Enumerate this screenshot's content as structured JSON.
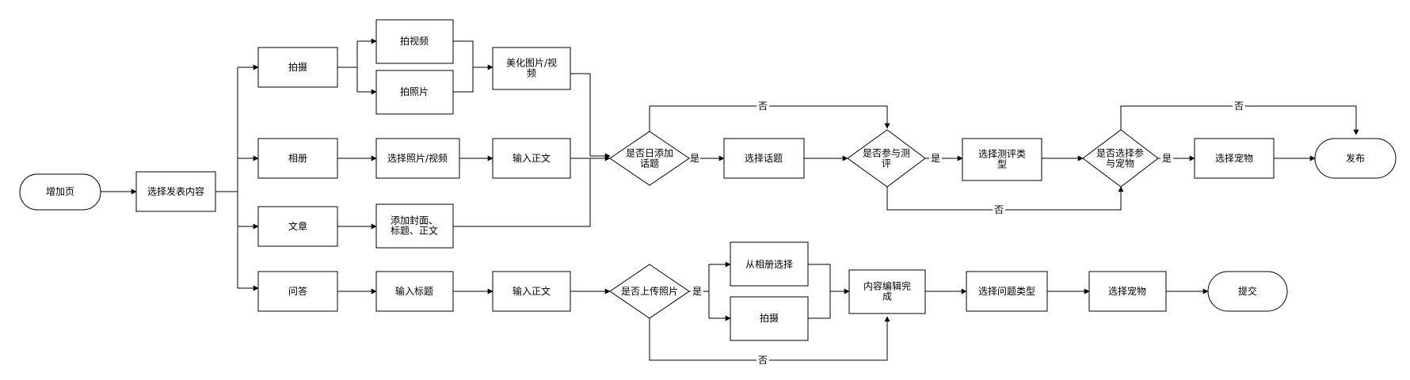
{
  "colors": {
    "stroke": "#000000",
    "fill": "#ffffff",
    "text": "#000000"
  },
  "nodes": {
    "n_add_page": {
      "label": "增加页"
    },
    "n_choose_content": {
      "label": "选择发表内容"
    },
    "n_shoot": {
      "label": "拍摄"
    },
    "n_album": {
      "label": "相册"
    },
    "n_article": {
      "label": "文章"
    },
    "n_qa": {
      "label": "问答"
    },
    "n_shoot_video": {
      "label": "拍视频"
    },
    "n_take_photo": {
      "label": "拍照片"
    },
    "n_beautify": {
      "label": "美化图片/视\n频"
    },
    "n_select_photo_video": {
      "label": "选择照片/视频"
    },
    "n_input_text_1": {
      "label": "输入正文"
    },
    "n_add_cover": {
      "label": "添加封面、\n标题、正文"
    },
    "n_input_title": {
      "label": "输入标题"
    },
    "n_input_text_2": {
      "label": "输入正文"
    },
    "n_d_topic": {
      "label": "是否日添加\n话题"
    },
    "n_select_topic": {
      "label": "选择话题"
    },
    "n_d_review": {
      "label": "是否参与测\n评"
    },
    "n_select_review_type": {
      "label": "选择测评类\n型"
    },
    "n_d_pet1": {
      "label": "是否选择参\n与宠物"
    },
    "n_select_pet1": {
      "label": "选择宠物"
    },
    "n_publish": {
      "label": "发布"
    },
    "n_d_upload": {
      "label": "是否上传照片"
    },
    "n_from_album": {
      "label": "从相册选择"
    },
    "n_shoot2": {
      "label": "拍摄"
    },
    "n_content_done": {
      "label": "内容编辑完\n成"
    },
    "n_select_q_type": {
      "label": "选择问题类型"
    },
    "n_select_pet2": {
      "label": "选择宠物"
    },
    "n_submit": {
      "label": "提交"
    }
  },
  "edge_labels": {
    "yes_topic": "是",
    "no_topic": "否",
    "yes_review": "是",
    "no_review": "否",
    "yes_pet": "是",
    "no_pet": "否",
    "yes_upload": "是",
    "no_upload": "否"
  }
}
